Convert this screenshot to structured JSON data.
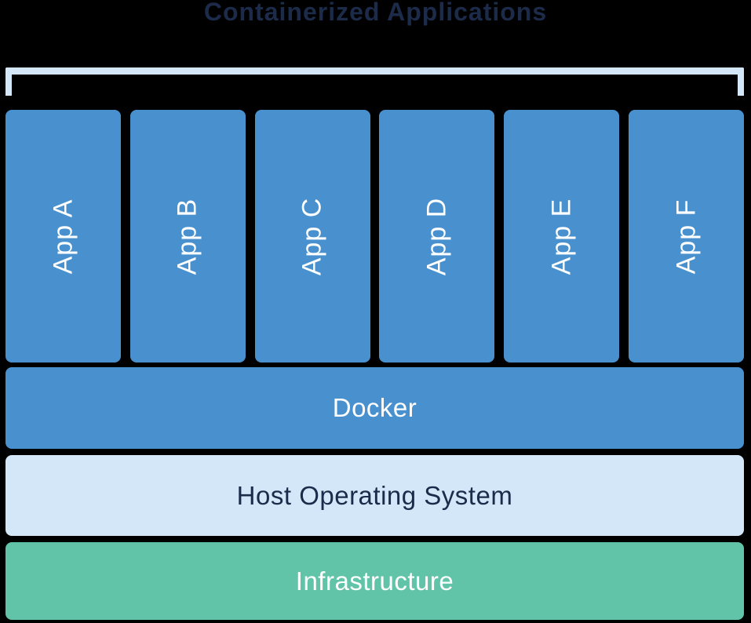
{
  "diagram": {
    "title": "Containerized Applications",
    "apps": [
      {
        "label": "App A"
      },
      {
        "label": "App B"
      },
      {
        "label": "App C"
      },
      {
        "label": "App D"
      },
      {
        "label": "App E"
      },
      {
        "label": "App F"
      }
    ],
    "layers": [
      {
        "label": "Docker"
      },
      {
        "label": "Host Operating System"
      },
      {
        "label": "Infrastructure"
      }
    ]
  },
  "colors": {
    "background": "#000000",
    "container_blue": "#4891CE",
    "light_blue": "#D3E7F8",
    "teal_green": "#61C4A8",
    "navy_text": "#1C2B4A",
    "white_text": "#FFFFFF"
  }
}
